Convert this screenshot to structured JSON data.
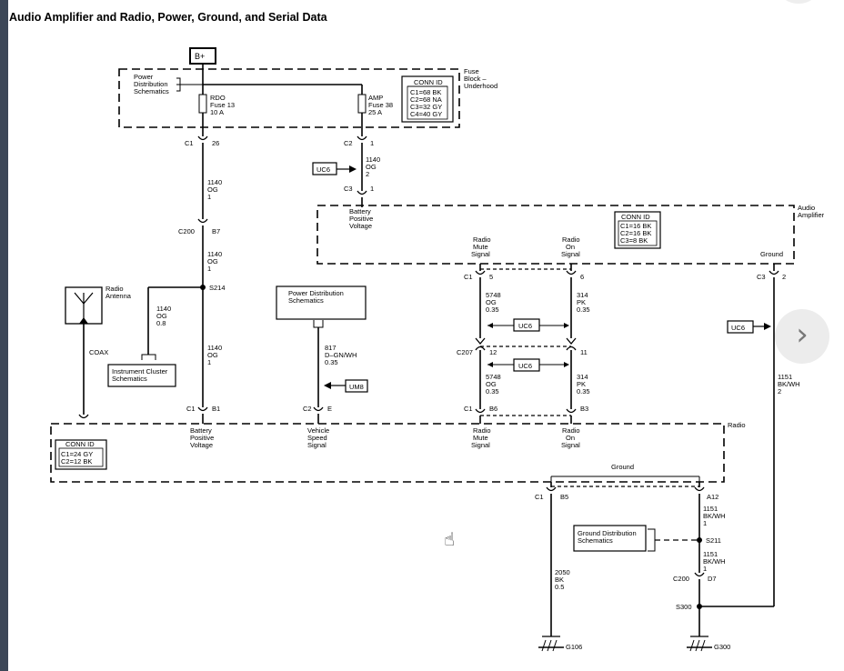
{
  "title": "Audio Amplifier and Radio, Power, Ground, and Serial Data",
  "nav": {
    "next_icon": "›",
    "cursor_icon": "hand-pointer"
  },
  "diagram": {
    "bplus": "B+",
    "power_dist_1": "Power",
    "power_dist_2": "Distribution",
    "power_dist_3": "Schematics",
    "fuse_block_1": "Fuse",
    "fuse_block_2": "Block –",
    "fuse_block_3": "Underhood",
    "fuse_block_conn": {
      "title": "CONN ID",
      "lines": [
        "C1=68 BK",
        "C2=68 NA",
        "C3=32 GY",
        "C4=40 GY"
      ]
    },
    "rdo_fuse": [
      "RDO",
      "Fuse 13",
      "10 A"
    ],
    "amp_fuse": [
      "AMP",
      "Fuse 38",
      "25 A"
    ],
    "c1_26": [
      "C1",
      "26"
    ],
    "c2_1": [
      "C2",
      "1"
    ],
    "wire_1140_a": [
      "1140",
      "OG",
      "1"
    ],
    "wire_1140_amp": [
      "1140",
      "OG",
      "2"
    ],
    "uc6": "UC6",
    "c3_1": [
      "C3",
      "1"
    ],
    "batt_pos_amp": [
      "Battery",
      "Positive",
      "Voltage"
    ],
    "audio_amp_1": "Audio",
    "audio_amp_2": "Amplifier",
    "amp_conn": {
      "title": "CONN ID",
      "lines": [
        "C1=16 BK",
        "C2=16 BK",
        "C3=8 BK"
      ]
    },
    "c200_b7": [
      "C200",
      "B7"
    ],
    "wire_1140_b": [
      "1140",
      "OG",
      "1"
    ],
    "radio_antenna": [
      "Radio",
      "Antenna"
    ],
    "s214": "S214",
    "wire_1140_08": [
      "1140",
      "OG",
      "0.8"
    ],
    "coax": "COAX",
    "instrument_cluster": [
      "Instrument Cluster",
      "Schematics"
    ],
    "wire_1140_c": [
      "1140",
      "OG",
      "1"
    ],
    "pds_box": [
      "Power Distribution",
      "Schematics"
    ],
    "wire_817": [
      "817",
      "D–GN/WH",
      "0.35"
    ],
    "um8": "UM8",
    "radio_mute_sig_top": [
      "Radio",
      "Mute",
      "Signal"
    ],
    "radio_on_sig_top": [
      "Radio",
      "On",
      "Signal"
    ],
    "ground_top": "Ground",
    "c1_5": [
      "C1",
      "5"
    ],
    "c1_6": "6",
    "c3_2": [
      "C3",
      "2"
    ],
    "wire_5748_a": [
      "5748",
      "OG",
      "0.35"
    ],
    "wire_314_a": [
      "314",
      "PK",
      "0.35"
    ],
    "c207_12": [
      "C207",
      "12"
    ],
    "c207_11": "11",
    "wire_5748_b": [
      "5748",
      "OG",
      "0.35"
    ],
    "wire_314_b": [
      "314",
      "PK",
      "0.35"
    ],
    "wire_1151_right": [
      "1151",
      "BK/WH",
      "2"
    ],
    "c1_b1": [
      "C1",
      "B1"
    ],
    "c2_e": [
      "C2",
      "E"
    ],
    "c1_b6": [
      "C1",
      "B6"
    ],
    "b3": "B3",
    "batt_pos_radio": [
      "Battery",
      "Positive",
      "Voltage"
    ],
    "vehicle_speed": [
      "Vehicle",
      "Speed",
      "Signal"
    ],
    "radio_mute_sig_bot": [
      "Radio",
      "Mute",
      "Signal"
    ],
    "radio_on_sig_bot": [
      "Radio",
      "On",
      "Signal"
    ],
    "radio_label": "Radio",
    "radio_conn": {
      "title": "CONN ID",
      "lines": [
        "C1=24 GY",
        "C2=12 BK"
      ]
    },
    "ground_bottom": "Ground",
    "c1_b5": [
      "C1",
      "B5"
    ],
    "a12": "A12",
    "wire_1151_a": [
      "1151",
      "BK/WH",
      "1"
    ],
    "ground_dist": [
      "Ground Distribution",
      "Schematics"
    ],
    "s211": "S211",
    "wire_1151_b": [
      "1151",
      "BK/WH",
      "1"
    ],
    "c200_d7": [
      "C200",
      "D7"
    ],
    "s300": "S300",
    "wire_2050": [
      "2050",
      "BK",
      "0.5"
    ],
    "g106": "G106",
    "g300": "G300"
  }
}
